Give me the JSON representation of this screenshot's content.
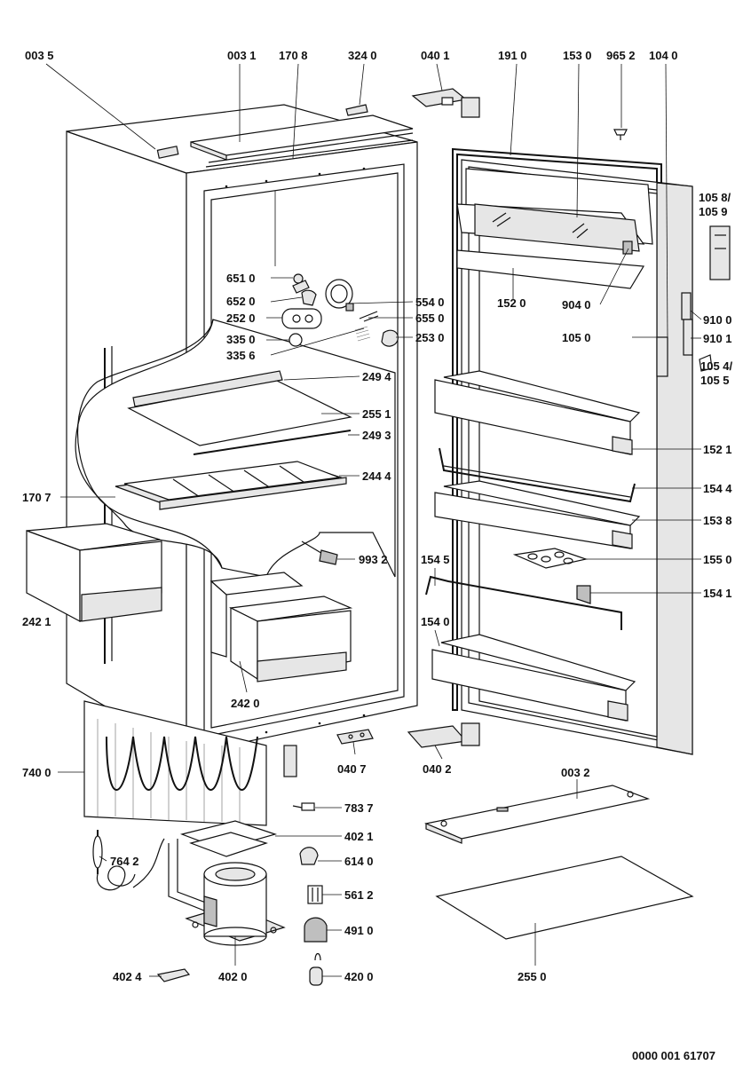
{
  "diagram": {
    "labels": [
      {
        "id": "l0035",
        "text": "003 5"
      },
      {
        "id": "l0031",
        "text": "003 1"
      },
      {
        "id": "l1708",
        "text": "170 8"
      },
      {
        "id": "l3240",
        "text": "324 0"
      },
      {
        "id": "l0401",
        "text": "040 1"
      },
      {
        "id": "l1910",
        "text": "191 0"
      },
      {
        "id": "l1530",
        "text": "153 0"
      },
      {
        "id": "l9652",
        "text": "965 2"
      },
      {
        "id": "l1040",
        "text": "104 0"
      },
      {
        "id": "l1058",
        "text": "105 8/"
      },
      {
        "id": "l1059",
        "text": "105 9"
      },
      {
        "id": "l6510",
        "text": "651 0"
      },
      {
        "id": "l6520",
        "text": "652 0"
      },
      {
        "id": "l2520",
        "text": "252 0"
      },
      {
        "id": "l3350",
        "text": "335 0"
      },
      {
        "id": "l3356",
        "text": "335 6"
      },
      {
        "id": "l5540",
        "text": "554 0"
      },
      {
        "id": "l6550",
        "text": "655 0"
      },
      {
        "id": "l2530",
        "text": "253 0"
      },
      {
        "id": "l1520",
        "text": "152 0"
      },
      {
        "id": "l9040",
        "text": "904 0"
      },
      {
        "id": "l9100",
        "text": "910 0"
      },
      {
        "id": "l1050",
        "text": "105 0"
      },
      {
        "id": "l9101",
        "text": "910 1"
      },
      {
        "id": "l1054",
        "text": "105 4/"
      },
      {
        "id": "l1055",
        "text": "105 5"
      },
      {
        "id": "l2494",
        "text": "249 4"
      },
      {
        "id": "l2551",
        "text": "255 1"
      },
      {
        "id": "l2493",
        "text": "249 3"
      },
      {
        "id": "l1521",
        "text": "152 1"
      },
      {
        "id": "l2444",
        "text": "244 4"
      },
      {
        "id": "l1707",
        "text": "170 7"
      },
      {
        "id": "l1544",
        "text": "154 4"
      },
      {
        "id": "l1538",
        "text": "153 8"
      },
      {
        "id": "l9932",
        "text": "993 2"
      },
      {
        "id": "l1545",
        "text": "154 5"
      },
      {
        "id": "l1550",
        "text": "155 0"
      },
      {
        "id": "l2421",
        "text": "242 1"
      },
      {
        "id": "l1541",
        "text": "154 1"
      },
      {
        "id": "l1540",
        "text": "154 0"
      },
      {
        "id": "l2420",
        "text": "242 0"
      },
      {
        "id": "l7400",
        "text": "740 0"
      },
      {
        "id": "l0407",
        "text": "040 7"
      },
      {
        "id": "l0402",
        "text": "040 2"
      },
      {
        "id": "l0032",
        "text": "003 2"
      },
      {
        "id": "l7837",
        "text": "783 7"
      },
      {
        "id": "l4021",
        "text": "402 1"
      },
      {
        "id": "l7642",
        "text": "764 2"
      },
      {
        "id": "l6140",
        "text": "614 0"
      },
      {
        "id": "l5612",
        "text": "561 2"
      },
      {
        "id": "l4910",
        "text": "491 0"
      },
      {
        "id": "l4024",
        "text": "402 4"
      },
      {
        "id": "l4020",
        "text": "402 0"
      },
      {
        "id": "l4200",
        "text": "420 0"
      },
      {
        "id": "l2550",
        "text": "255 0"
      }
    ],
    "drawing_number": "0000 001 61707"
  }
}
